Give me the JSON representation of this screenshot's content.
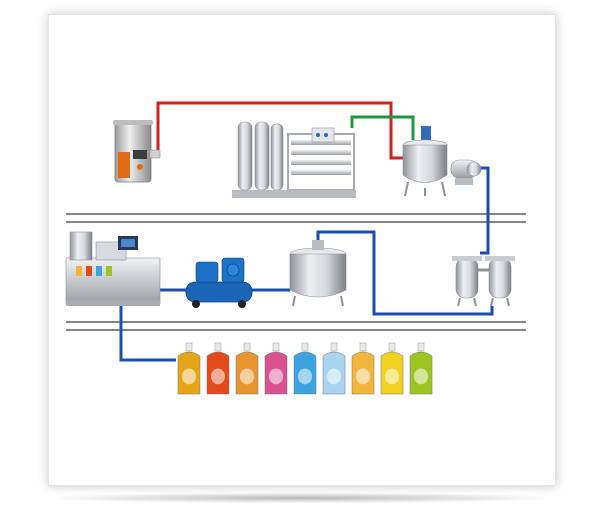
{
  "diagram": {
    "kind": "production-line process flow",
    "equipment": [
      {
        "id": "steam-boiler",
        "icon": "boiler-icon"
      },
      {
        "id": "water-treatment",
        "icon": "ro-water-system-icon"
      },
      {
        "id": "mixing-tank-heated",
        "icon": "jacketed-tank-icon"
      },
      {
        "id": "transfer-pump",
        "icon": "pump-icon"
      },
      {
        "id": "twin-filters",
        "icon": "filter-housing-icon"
      },
      {
        "id": "storage-tank",
        "icon": "storage-tank-icon"
      },
      {
        "id": "air-compressor",
        "icon": "compressor-icon"
      },
      {
        "id": "pouch-filling-machine",
        "icon": "filling-machine-icon"
      }
    ],
    "pipes": [
      {
        "from": "steam-boiler",
        "to": "mixing-tank-heated",
        "color": "#d42020"
      },
      {
        "from": "water-treatment",
        "to": "mixing-tank-heated",
        "color": "#1f9a3a"
      },
      {
        "from": "transfer-pump",
        "to": "twin-filters",
        "color": "#1a4fb0"
      },
      {
        "from": "twin-filters",
        "to": "storage-tank",
        "color": "#1a4fb0"
      },
      {
        "from": "storage-tank",
        "to": "pouch-filling-machine",
        "color": "#1a4fb0"
      },
      {
        "from": "pouch-filling-machine",
        "to": "products",
        "color": "#1a4fb0"
      }
    ],
    "products": {
      "type": "spout pouches",
      "colors": [
        "#e8a417",
        "#e24a1a",
        "#e7952c",
        "#d9528f",
        "#3aa3e0",
        "#a9d4ef",
        "#f0b53a",
        "#f3d21f",
        "#9dc521"
      ]
    },
    "colors": {
      "steel": "#c9ccd0",
      "floor_lines": "#3a3a3a"
    }
  }
}
